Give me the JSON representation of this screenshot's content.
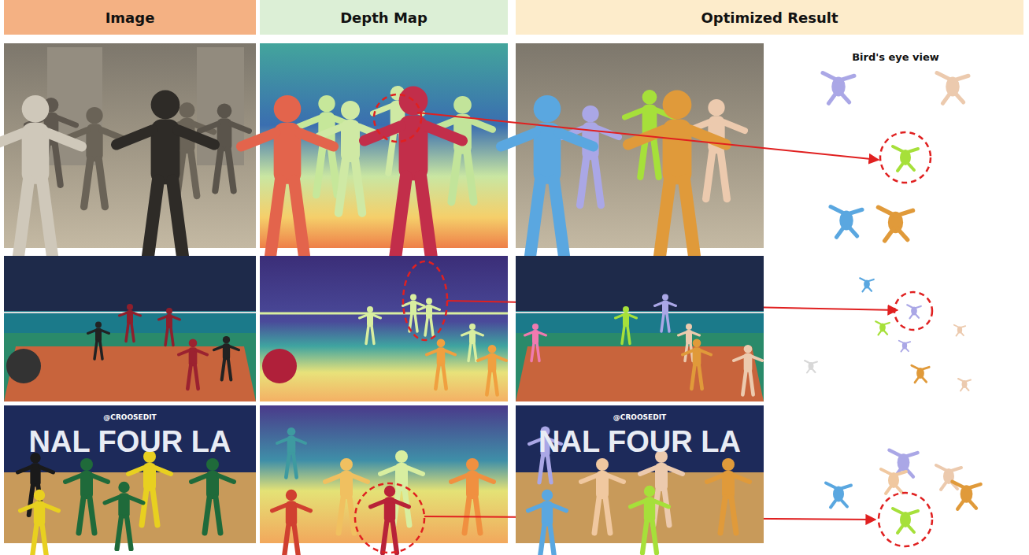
{
  "diagram": {
    "nodes": [
      {
        "text": [
          "Image"
        ]
      },
      {
        "text": [
          "Depth Map"
        ]
      },
      {
        "text": [
          "Optimized Result"
        ]
      }
    ],
    "labels": [
      "Bird's eye view",
      "@CROOSEDIT",
      "NAL FOUR LA",
      "@CROOSEDIT",
      "NAL FOUR LA"
    ]
  }
}
